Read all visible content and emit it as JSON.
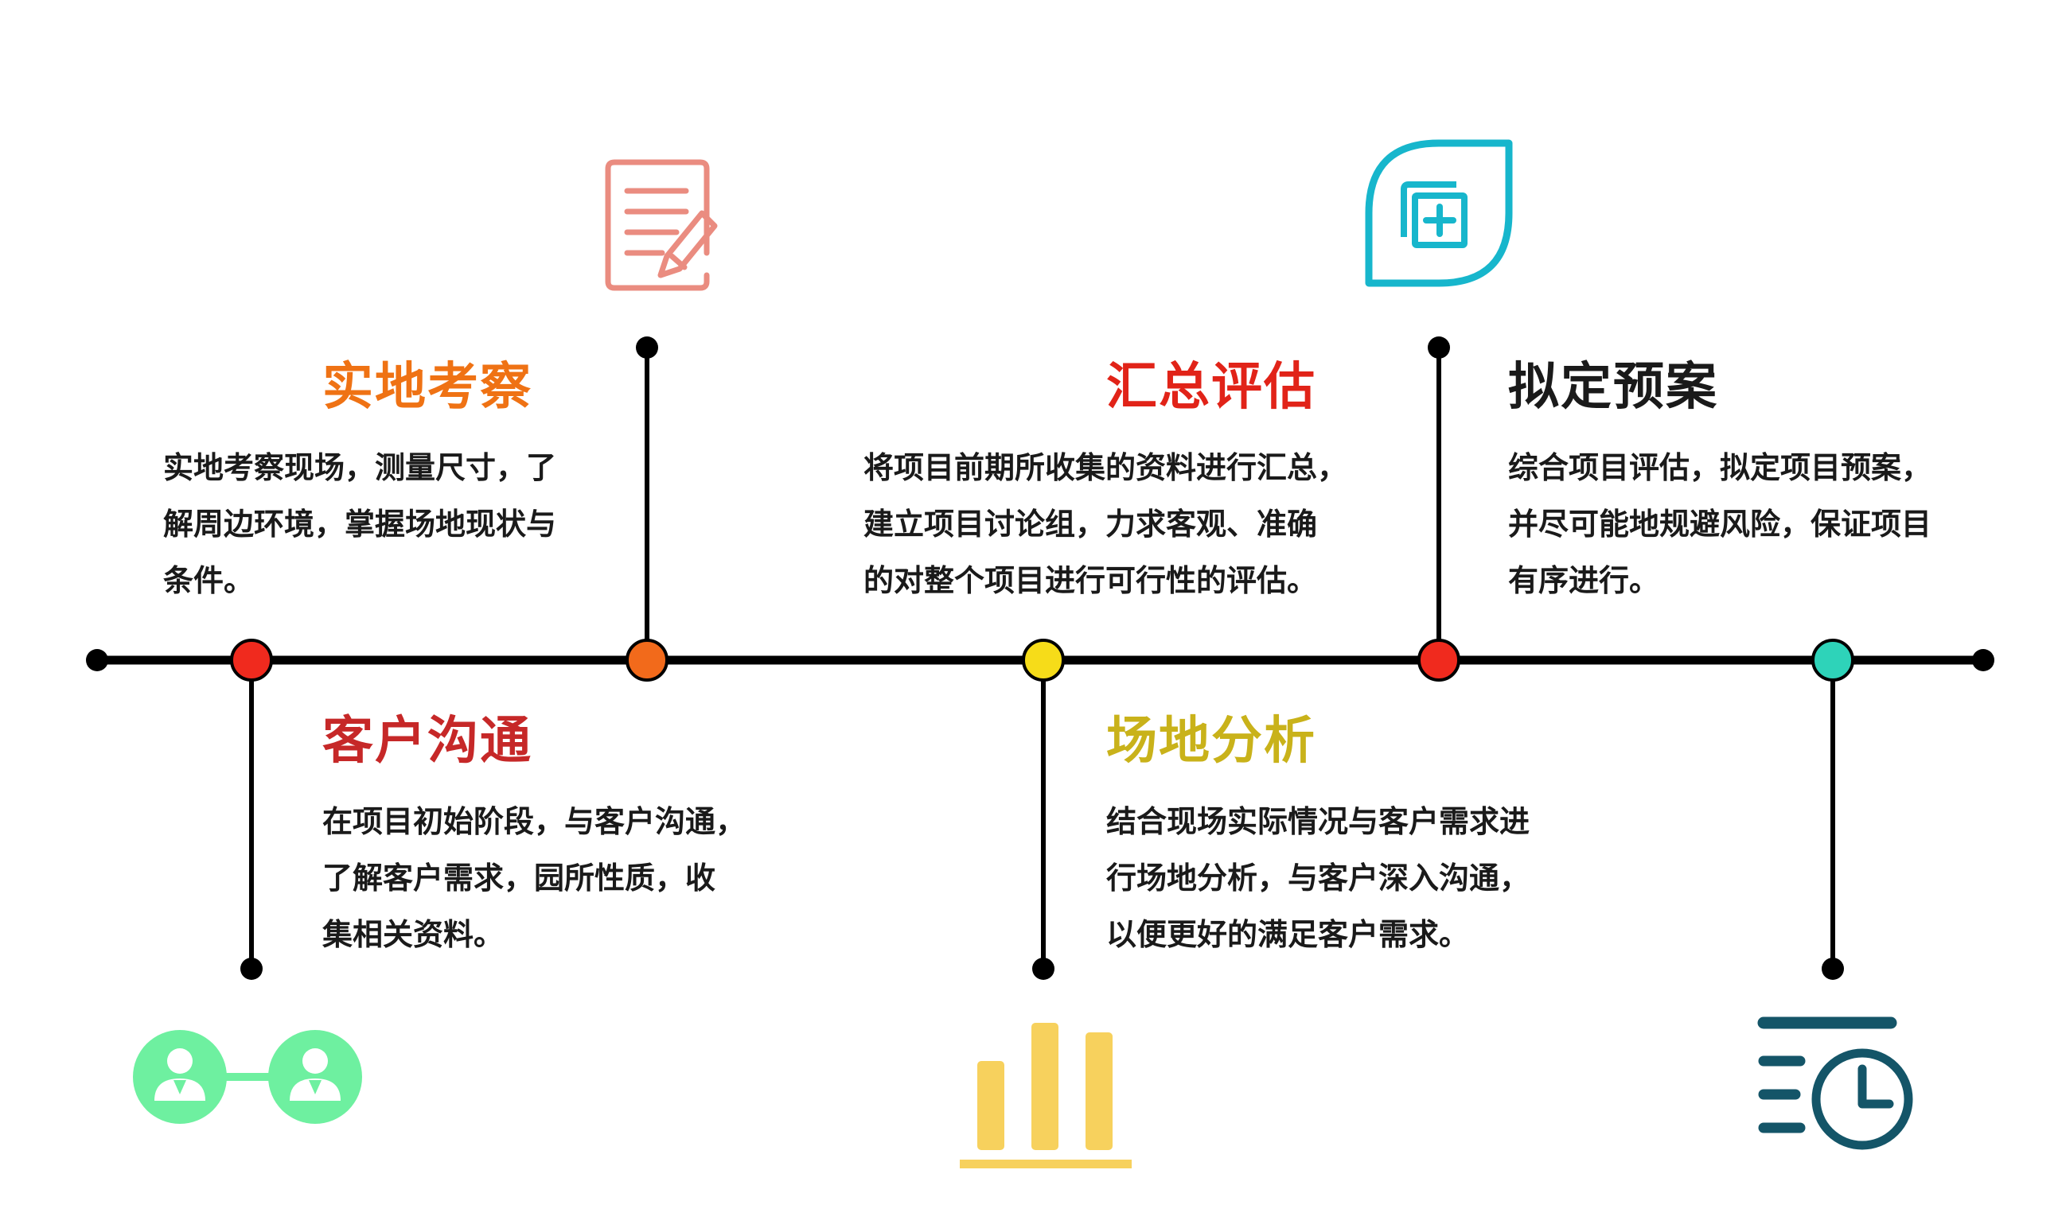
{
  "steps": [
    {
      "id": "communicate",
      "title": "客户沟通",
      "lines": [
        "在项目初始阶段，与客户沟通，",
        "了解客户需求，园所性质，收",
        "集相关资料。"
      ],
      "title_color": "#c62828",
      "node_color": "#f02a1e",
      "icon": "users-connected-icon",
      "icon_color": "#6ef0a0"
    },
    {
      "id": "survey",
      "title": "实地考察",
      "lines": [
        "实地考察现场，测量尺寸，了",
        "解周边环境，掌握场地现状与",
        "条件。"
      ],
      "title_color": "#ef7214",
      "node_color": "#f26a1b",
      "icon": "document-edit-icon",
      "icon_color": "#ea8c80"
    },
    {
      "id": "analysis",
      "title": "场地分析",
      "lines": [
        "结合现场实际情况与客户需求进",
        "行场地分析，与客户深入沟通，",
        "以便更好的满足客户需求。"
      ],
      "title_color": "#c9b21a",
      "node_color": "#f6dc19",
      "icon": "bar-chart-icon",
      "icon_color": "#f7d15d"
    },
    {
      "id": "evaluate",
      "title": "汇总评估",
      "lines": [
        "将项目前期所收集的资料进行汇总，",
        "建立项目讨论组，力求客观、准确",
        "的对整个项目进行可行性的评估。"
      ],
      "title_color": "#e12318",
      "node_color": "#f02a1e",
      "icon": "layers-add-icon",
      "icon_color": "#17b6cc"
    },
    {
      "id": "plan",
      "title": "拟定预案",
      "lines": [
        "综合项目评估，拟定项目预案，",
        "并尽可能地规避风险，保证项目",
        "有序进行。"
      ],
      "title_color": "#1a1a1a",
      "node_color": "#2ed3b9",
      "icon": "list-clock-icon",
      "icon_color": "#145568"
    }
  ]
}
